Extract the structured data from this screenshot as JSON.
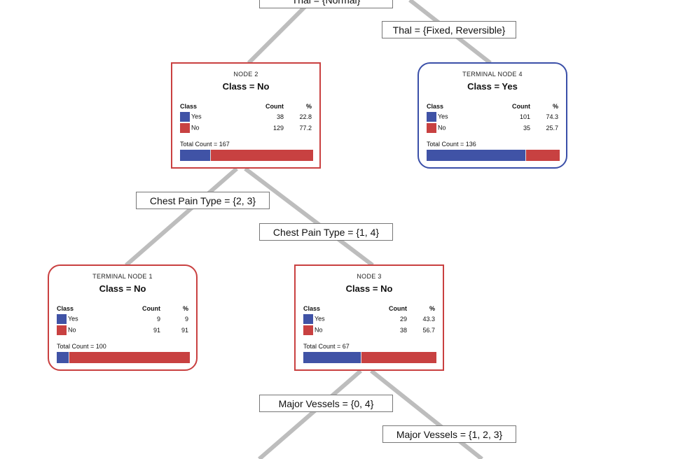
{
  "colors": {
    "yes": "#4053a6",
    "no": "#c84141",
    "edge": "#bdbdbd",
    "terminal_yes_border": "#3a4fa8",
    "node_no_border": "#c94040"
  },
  "labels": {
    "thal_normal": "Thal = {Normal}",
    "thal_fixed": "Thal = {Fixed, Reversible}",
    "cp_23": "Chest Pain Type = {2, 3}",
    "cp_14": "Chest Pain Type = {1, 4}",
    "mv_04": "Major Vessels = {0, 4}",
    "mv_123": "Major Vessels = {1, 2, 3}"
  },
  "nodes": [
    {
      "id": "node-2",
      "title": "NODE 2",
      "class_label": "Class = No",
      "terminal": false,
      "predicted": "No",
      "header": [
        "Class",
        "Count",
        "%"
      ],
      "rows": [
        {
          "class": "Yes",
          "count": "38",
          "pct": "22.8"
        },
        {
          "class": "No",
          "count": "129",
          "pct": "77.2"
        }
      ],
      "total": "Total Count = 167",
      "yes_fraction": 0.228
    },
    {
      "id": "terminal-node-4",
      "title": "TERMINAL NODE 4",
      "class_label": "Class = Yes",
      "terminal": true,
      "predicted": "Yes",
      "header": [
        "Class",
        "Count",
        "%"
      ],
      "rows": [
        {
          "class": "Yes",
          "count": "101",
          "pct": "74.3"
        },
        {
          "class": "No",
          "count": "35",
          "pct": "25.7"
        }
      ],
      "total": "Total Count = 136",
      "yes_fraction": 0.743
    },
    {
      "id": "terminal-node-1",
      "title": "TERMINAL NODE 1",
      "class_label": "Class = No",
      "terminal": true,
      "predicted": "No",
      "header": [
        "Class",
        "Count",
        "%"
      ],
      "rows": [
        {
          "class": "Yes",
          "count": "9",
          "pct": "9"
        },
        {
          "class": "No",
          "count": "91",
          "pct": "91"
        }
      ],
      "total": "Total Count = 100",
      "yes_fraction": 0.09
    },
    {
      "id": "node-3",
      "title": "NODE 3",
      "class_label": "Class = No",
      "terminal": false,
      "predicted": "No",
      "header": [
        "Class",
        "Count",
        "%"
      ],
      "rows": [
        {
          "class": "Yes",
          "count": "29",
          "pct": "43.3"
        },
        {
          "class": "No",
          "count": "38",
          "pct": "56.7"
        }
      ],
      "total": "Total Count = 67",
      "yes_fraction": 0.433
    }
  ]
}
